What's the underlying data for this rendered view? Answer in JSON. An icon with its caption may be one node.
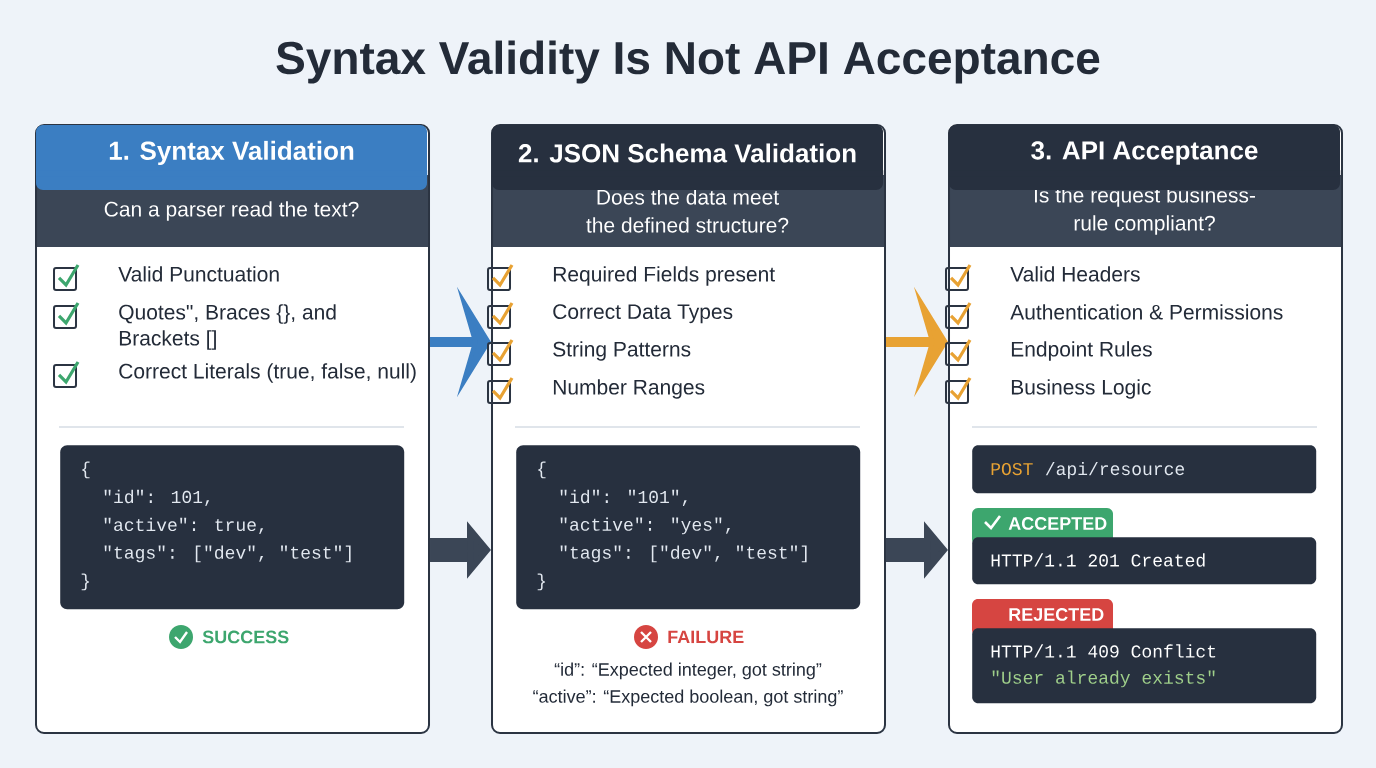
{
  "diagram": {
    "title": "Syntax Validity Is Not API Acceptance",
    "nodes": [
      {
        "text": [
          "Can a parser read the text?"
        ]
      },
      {
        "text": [
          "1. Syntax Validation"
        ],
        "in": 0
      },
      {
        "text": [
          "{",
          "\"id\": 101,",
          "\"active\": true,",
          "\"tags\": [\"dev\", \"test\"]",
          "}"
        ],
        "in": 0
      },
      {
        "text": [
          "Does the data meet the defined structure?"
        ]
      },
      {
        "text": [
          "2. JSON Schema Validation"
        ],
        "in": 3
      },
      {
        "text": [
          "{",
          "\"id\": \"101\",",
          "\"active\": \"yes\",",
          "\"tags\": [\"dev\", \"test\"]",
          "}"
        ],
        "in": 3
      },
      {
        "text": [
          "Is the request business-rule compliant?"
        ]
      },
      {
        "text": [
          "3. API Acceptance"
        ],
        "in": 6
      },
      {
        "text": [
          "POST",
          "/api/resource"
        ],
        "in": 6
      },
      {
        "text": [
          "ACCEPTED",
          "HTTP/1.1 201 Created"
        ],
        "in": 6
      },
      {
        "text": [
          "REJECTED",
          "HTTP/1.1 409 Conflict",
          "\"User already exists\""
        ],
        "in": 6
      }
    ],
    "edges": [
      {
        "from": 0,
        "to": 3,
        "arrow": "to",
        "color": "#3b7ec2"
      },
      {
        "from": 3,
        "to": 6,
        "arrow": "to",
        "color": "#e8a233"
      },
      {
        "from": 0,
        "to": 3,
        "arrow": "to",
        "style": "thick"
      },
      {
        "from": 3,
        "to": 6,
        "arrow": "to",
        "style": "thick"
      }
    ],
    "labels": [
      "Valid Punctuation",
      "Quotes\", Braces {}, and Brackets []",
      "Correct Literals (true, false, null)",
      "Required Fields present",
      "Correct Data Types",
      "String Patterns",
      "Number Ranges",
      "Valid Headers",
      "Authentication & Permissions",
      "Endpoint Rules",
      "Business Logic",
      "SUCCESS",
      "FAILURE",
      "“id”: “Expected integer, got string”",
      "“active”: “Expected boolean, got string”"
    ]
  }
}
